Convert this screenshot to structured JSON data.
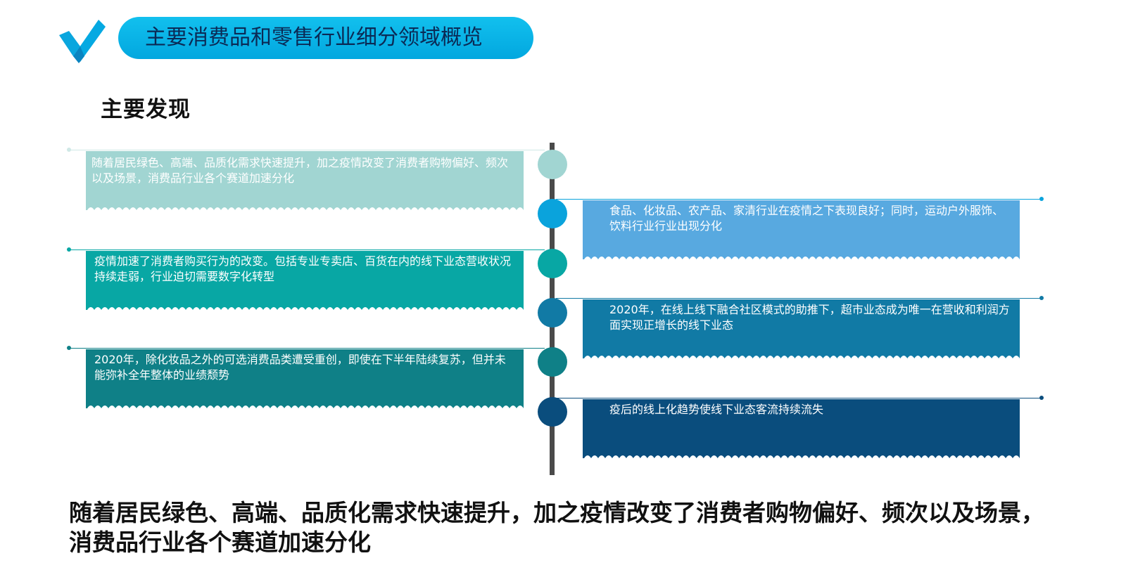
{
  "header": {
    "title": "主要消费品和零售行业细分领域概览"
  },
  "section_title": "主要发现",
  "colors": {
    "accent": "#05a9e2",
    "c1": "#a1d5d2",
    "c2": "#0aa3dc",
    "c3": "#08a7a4",
    "c4": "#117aa5",
    "c5": "#0f8087",
    "c6": "#0a4d7d",
    "card_right_1": "#58a9e0"
  },
  "timeline": {
    "items": [
      {
        "side": "left",
        "text": "随着居民绿色、高端、品质化需求快速提升，加之疫情改变了消费者购物偏好、频次以及场景，消费品行业各个赛道加速分化"
      },
      {
        "side": "right",
        "text": "食品、化妆品、农产品、家清行业在疫情之下表现良好；同时，运动户外服饰、饮料行业行业出现分化"
      },
      {
        "side": "left",
        "text": "疫情加速了消费者购买行为的改变。包括专业专卖店、百货在内的线下业态营收状况持续走弱，行业迫切需要数字化转型"
      },
      {
        "side": "right",
        "text": "2020年，在线上线下融合社区模式的助推下，超市业态成为唯一在营收和利润方面实现正增长的线下业态"
      },
      {
        "side": "left",
        "text": "2020年，除化妆品之外的可选消费品类遭受重创，即使在下半年陆续复苏，但并未能弥补全年整体的业绩颓势"
      },
      {
        "side": "right",
        "text": "疫后的线上化趋势使线下业态客流持续流失"
      }
    ]
  },
  "summary": "随着居民绿色、高端、品质化需求快速提升，加之疫情改变了消费者购物偏好、频次以及场景，消费品行业各个赛道加速分化"
}
